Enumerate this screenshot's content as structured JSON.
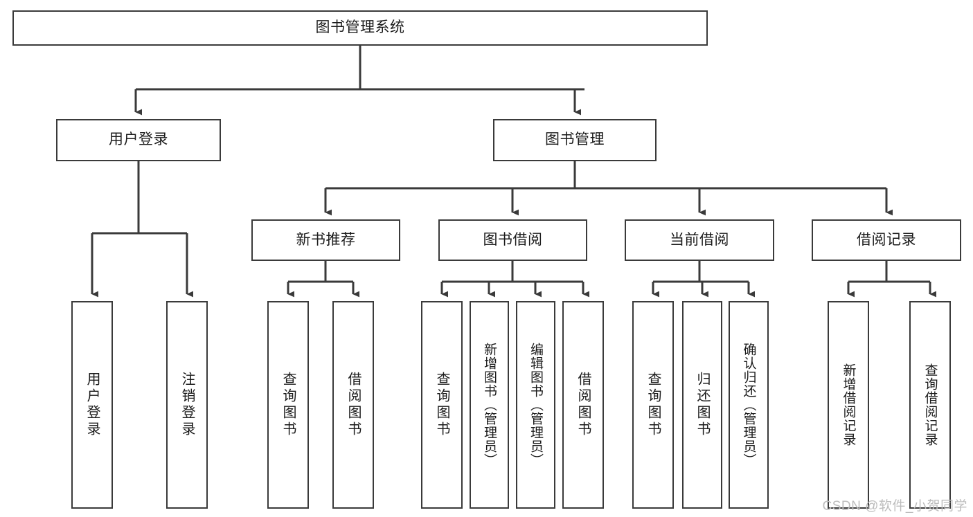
{
  "diagram": {
    "title": "图书管理系统",
    "type": "tree-hierarchy",
    "root": {
      "label": "图书管理系统"
    },
    "level2": [
      {
        "label": "用户登录"
      },
      {
        "label": "图书管理"
      }
    ],
    "level3": [
      {
        "label": "新书推荐"
      },
      {
        "label": "图书借阅"
      },
      {
        "label": "当前借阅"
      },
      {
        "label": "借阅记录"
      }
    ],
    "leaves": {
      "user_login": [
        {
          "label": "用户登录"
        },
        {
          "label": "注销登录"
        }
      ],
      "new_book_recommend": [
        {
          "label": "查询图书"
        },
        {
          "label": "借阅图书"
        }
      ],
      "book_borrow": [
        {
          "label": "查询图书"
        },
        {
          "label": "新增图书（管理员）"
        },
        {
          "label": "编辑图书（管理员）"
        },
        {
          "label": "借阅图书"
        }
      ],
      "current_borrow": [
        {
          "label": "查询图书"
        },
        {
          "label": "归还图书"
        },
        {
          "label": "确认归还（管理员）"
        }
      ],
      "borrow_records": [
        {
          "label": "新增借阅记录"
        },
        {
          "label": "查询借阅记录"
        }
      ]
    }
  },
  "watermark": {
    "text": "CSDN @软件_小贺同学"
  },
  "colors": {
    "border": "#3a3a3a",
    "background": "#ffffff",
    "text": "#1b1b1b",
    "watermark": "#bdbdbd"
  }
}
